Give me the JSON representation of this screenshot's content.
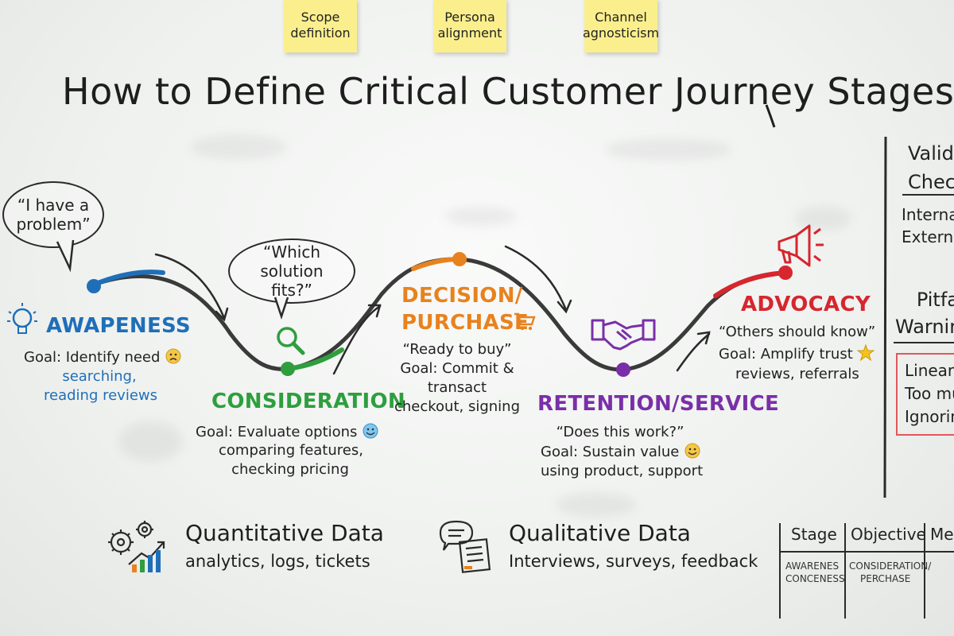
{
  "sticky_notes": [
    "Scope definition",
    "Persona alignment",
    "Channel agnosticism"
  ],
  "title": "How to Define Critical Customer Journey Stages",
  "stages": [
    {
      "name": "AWAPENESS",
      "color": "#1f6fb8",
      "bubble": "“I have a problem”",
      "goal": "Goal: Identify need",
      "activities": [
        "searching,",
        "reading reviews"
      ]
    },
    {
      "name": "CONSIDERATION",
      "color": "#2e9e3e",
      "bubble": "“Which solution fits?”",
      "goal": "Goal: Evaluate options",
      "activities": [
        "comparing features,",
        "checking pricing"
      ]
    },
    {
      "name_lines": [
        "DECISION/",
        "PURCHASE"
      ],
      "color": "#e8821e",
      "quote": "“Ready to buy”",
      "goal_lines": [
        "Goal: Commit &",
        "transact"
      ],
      "activities": [
        "checkout, signing"
      ]
    },
    {
      "name": "RETENTION/SERVICE",
      "color": "#7a2fa8",
      "quote": "“Does this work?”",
      "goal": "Goal: Sustain value",
      "activities": [
        "using product, support"
      ]
    },
    {
      "name": "ADVOCACY",
      "color": "#d6262e",
      "quote": "“Others should know”",
      "goal": "Goal: Amplify trust",
      "activities": [
        "reviews, referrals"
      ]
    }
  ],
  "data_sources": [
    {
      "title": "Quantitative Data",
      "subtitle": "analytics, logs, tickets"
    },
    {
      "title": "Qualitative Data",
      "subtitle": "Interviews, surveys, feedback"
    }
  ],
  "side_panel": {
    "validation_title": [
      "Valid",
      "Chec"
    ],
    "validation_items": [
      "Internal",
      "Externa"
    ],
    "pitfalls_title": [
      "Pitfa",
      "Warnin"
    ],
    "pitfalls_items": [
      "Linearit",
      "Too muc",
      "Ignoring"
    ]
  },
  "table": {
    "headers": [
      "Stage",
      "Objective",
      "Met"
    ],
    "col1": [
      "AWARENES",
      "CONCENESS"
    ],
    "col2": [
      "CONSIDERATION/",
      "PERCHASE"
    ]
  },
  "colors": {
    "awareness": "#1f6fb8",
    "consideration": "#2e9e3e",
    "decision": "#e8821e",
    "retention": "#7a2fa8",
    "advocacy": "#d6262e",
    "sticky": "#fbef8d",
    "pitfall_border": "#e0575c"
  },
  "icons": [
    "lightbulb-icon",
    "magnifier-icon",
    "shopping-cart-icon",
    "handshake-icon",
    "megaphone-icon",
    "star-icon",
    "gears-chart-icon",
    "chat-document-icon",
    "emoji-worried-icon",
    "emoji-smile-icon"
  ]
}
